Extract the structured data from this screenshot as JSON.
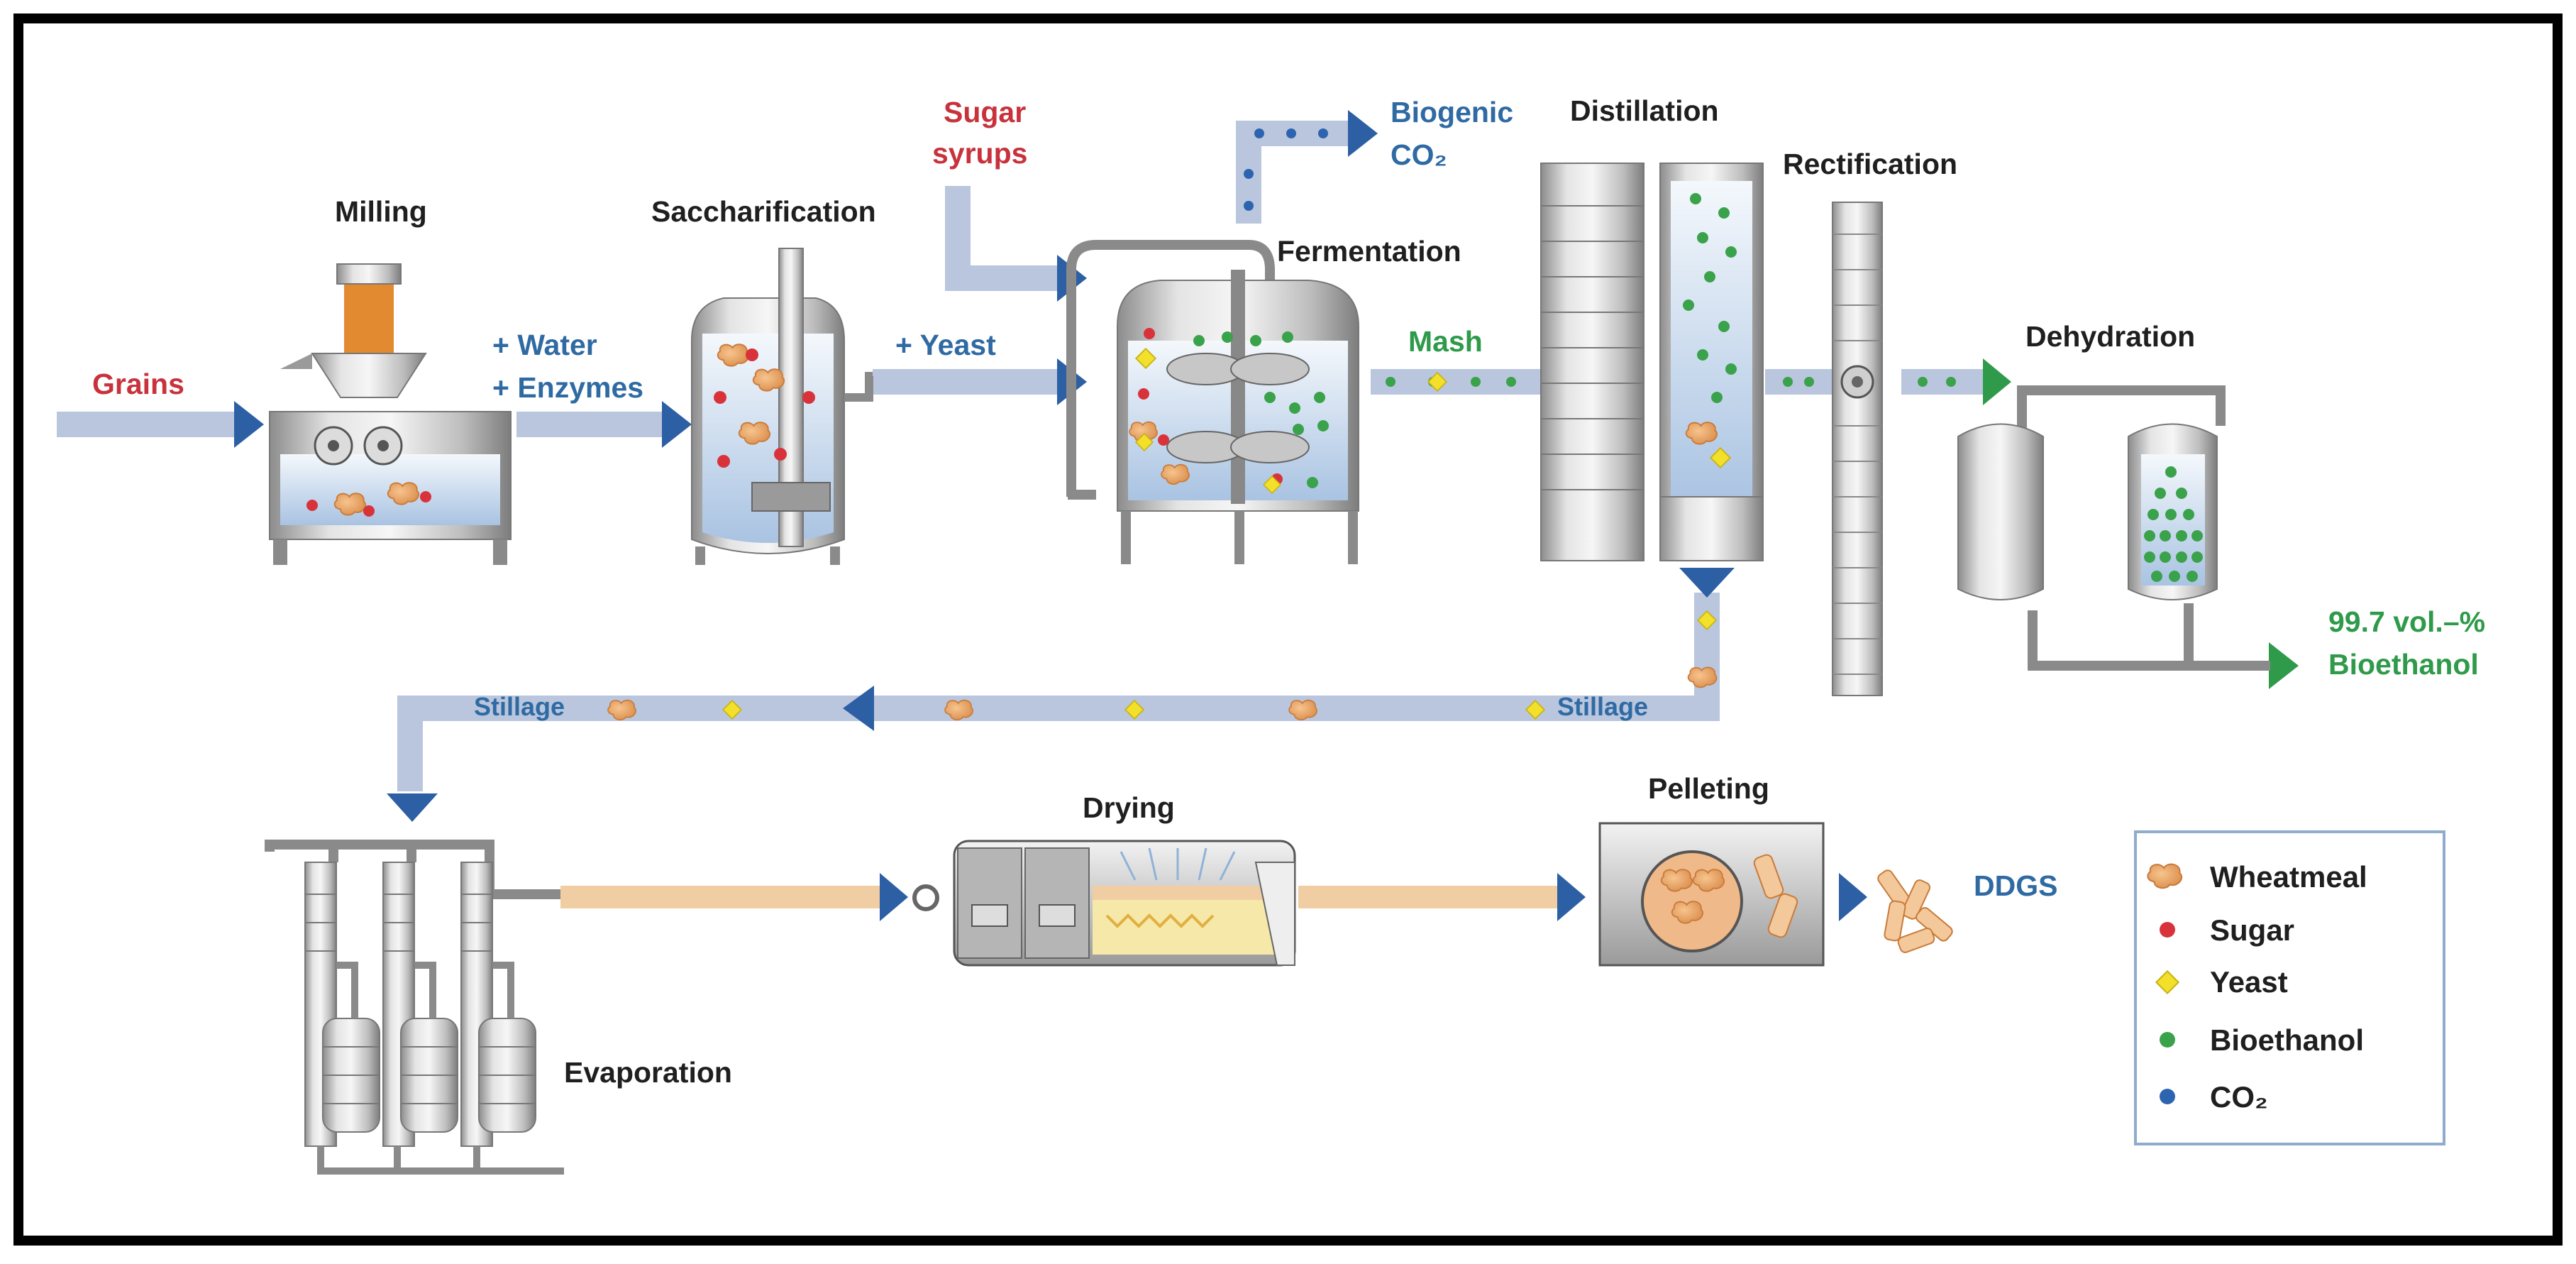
{
  "diagram": {
    "stages": {
      "milling": "Milling",
      "saccharification": "Saccharification",
      "fermentation": "Fermentation",
      "distillation": "Distillation",
      "rectification": "Rectification",
      "dehydration": "Dehydration",
      "evaporation": "Evaporation",
      "drying": "Drying",
      "pelleting": "Pelleting"
    },
    "inputs": {
      "grains": "Grains",
      "water": "+ Water",
      "enzymes": "+ Enzymes",
      "yeast": "+ Yeast",
      "sugar_line1": "Sugar",
      "sugar_line2": "syrups"
    },
    "outputs": {
      "co2_line1": "Biogenic",
      "co2_line2": "CO₂",
      "mash": "Mash",
      "product_line1": "99.7 vol.–%",
      "product_line2": "Bioethanol",
      "stillage_right": "Stillage",
      "stillage_left": "Stillage",
      "ddgs": "DDGS"
    },
    "legend": [
      {
        "label": "Wheatmeal",
        "icon": "wheatmeal-icon",
        "color": "#e8a868"
      },
      {
        "label": "Sugar",
        "icon": "sugar-dot-icon",
        "color": "#d8333b"
      },
      {
        "label": "Yeast",
        "icon": "yeast-diamond-icon",
        "color": "#f3e02a"
      },
      {
        "label": "Bioethanol",
        "icon": "bioethanol-dot-icon",
        "color": "#3aa24a"
      },
      {
        "label": "CO₂",
        "icon": "co2-dot-icon",
        "color": "#2d64b0"
      }
    ],
    "colors": {
      "pipe": "#b9c6dd",
      "arrow": "#2c5fa3",
      "steel_light": "#e6e6e6",
      "steel_dark": "#8a8a8a",
      "liquid": "#c9d9ec"
    }
  }
}
